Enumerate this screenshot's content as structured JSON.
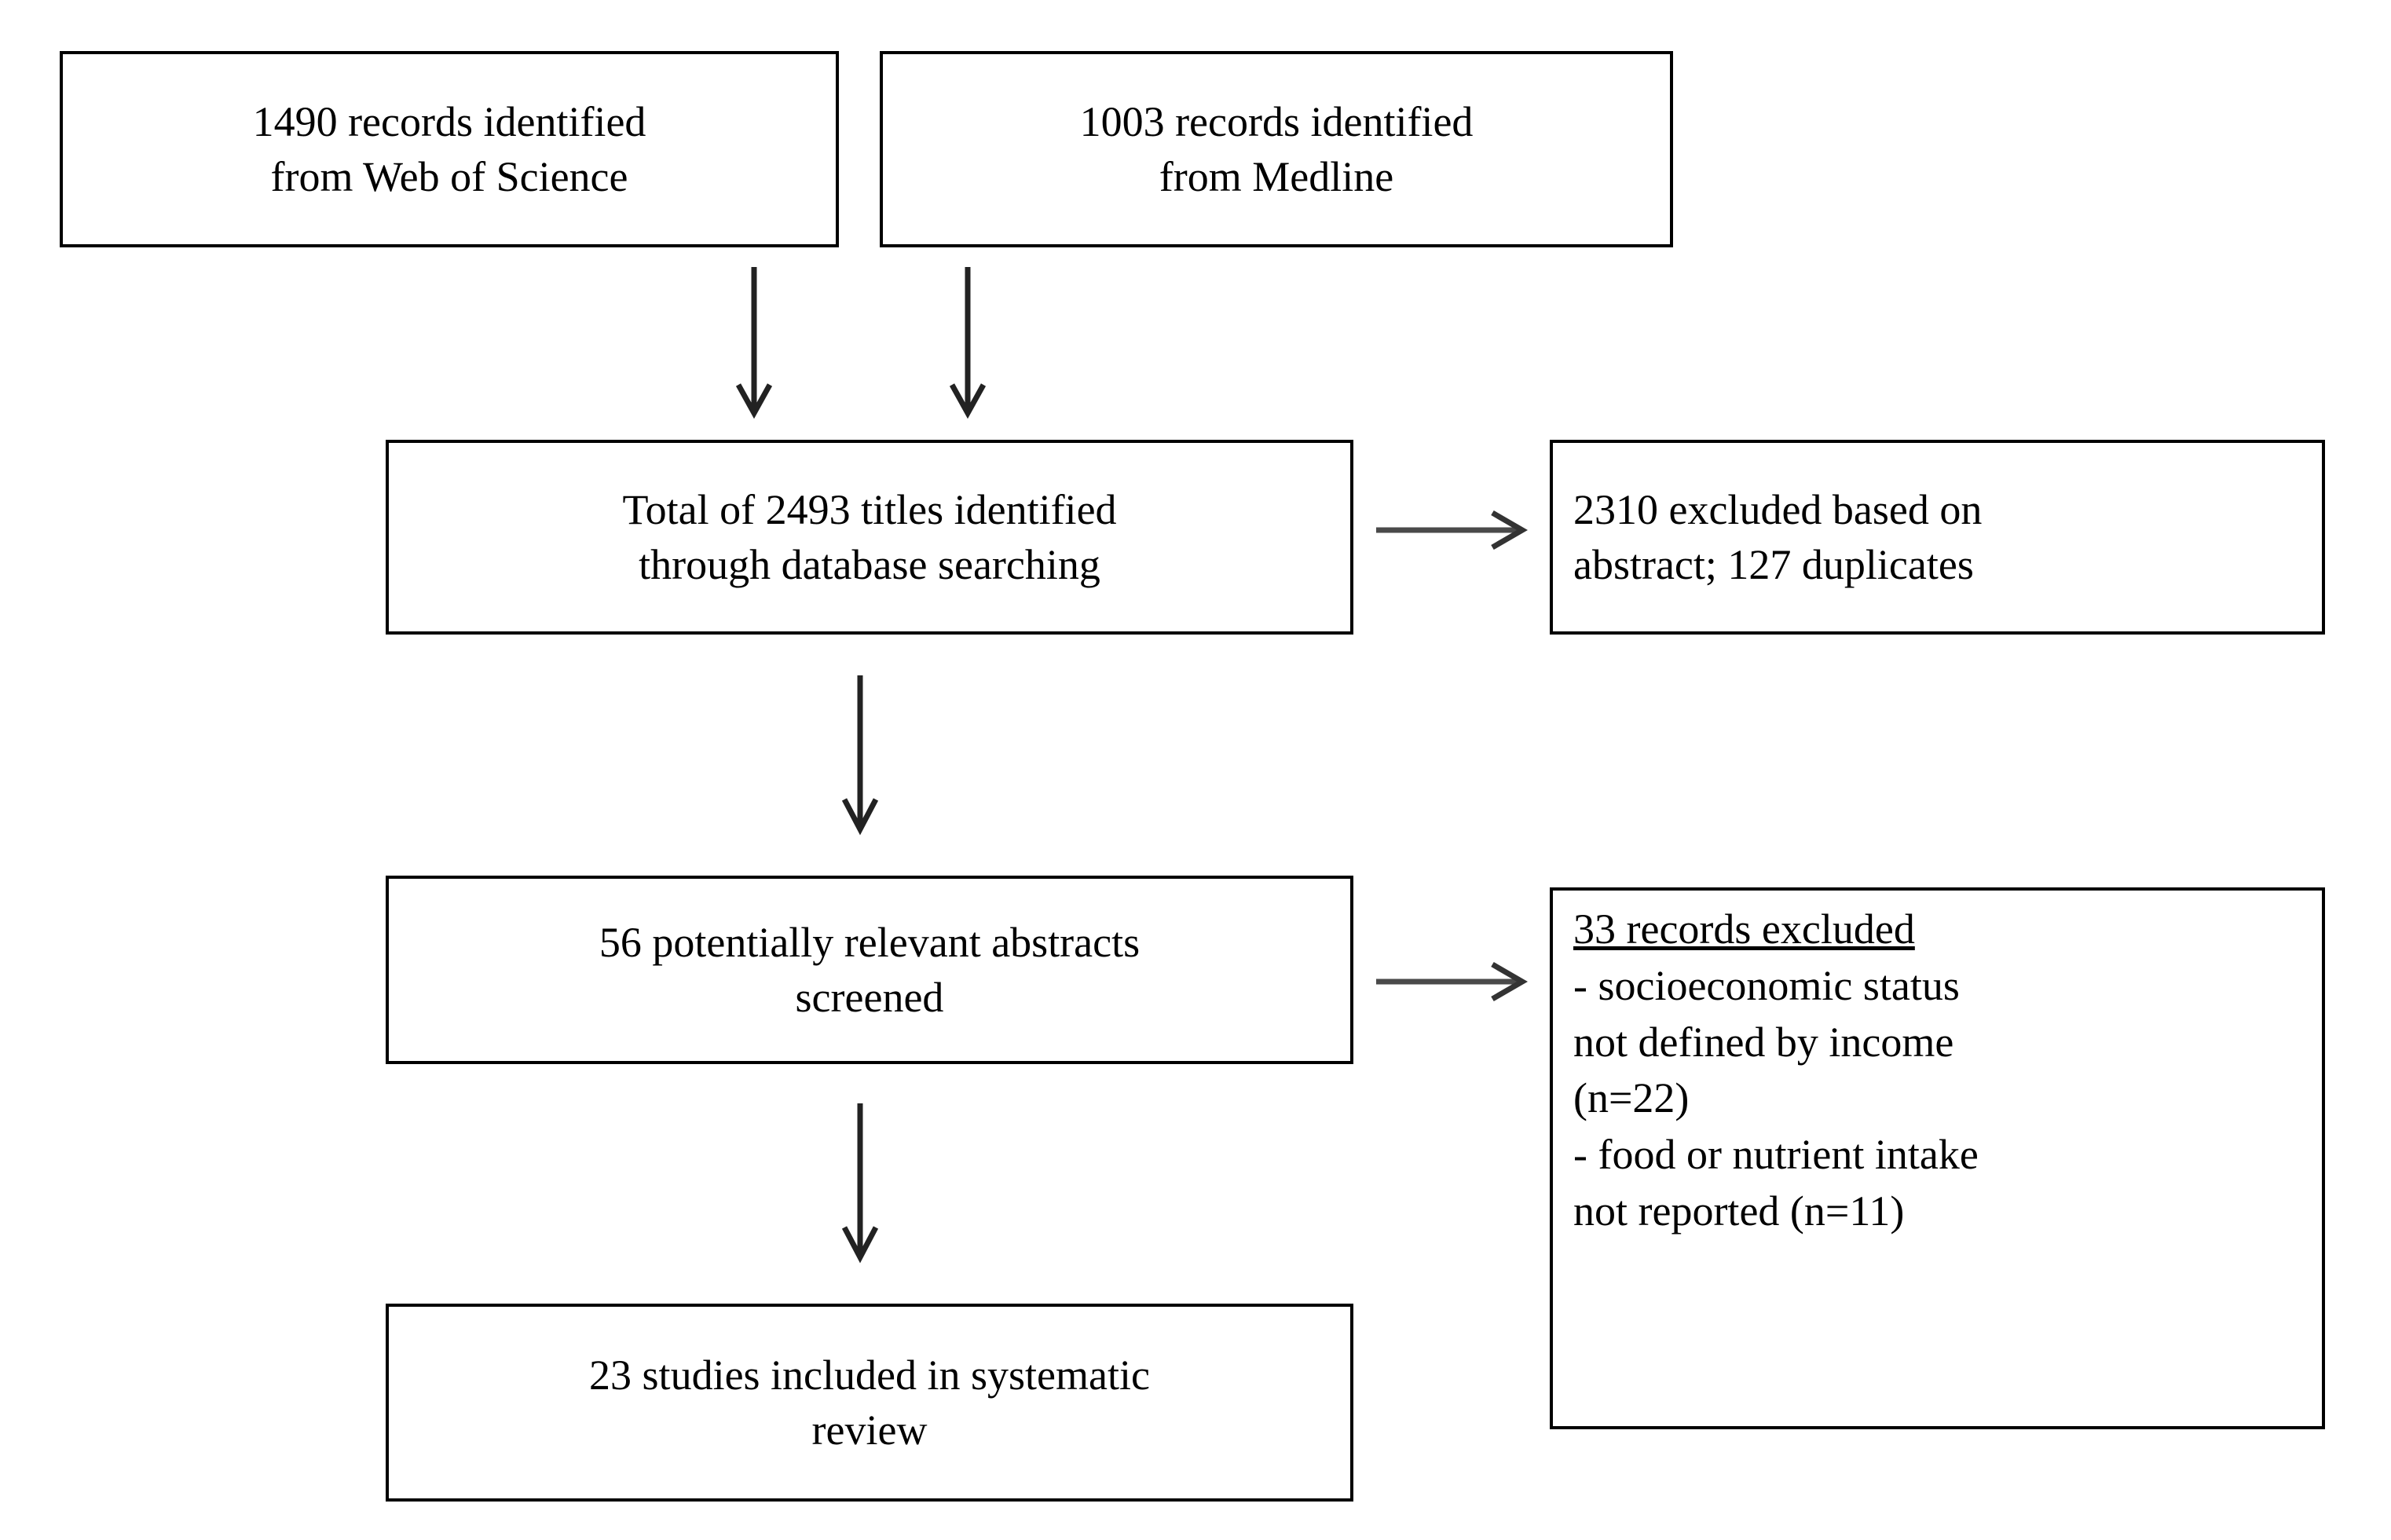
{
  "diagram": {
    "type": "prisma-flow-diagram",
    "title": "",
    "background_color": "#ffffff",
    "text_color": "#000000",
    "border_color": "#000000",
    "arrow_color": "#3a3a3a",
    "boxes": [
      {
        "id": "source-web-of-science",
        "text": "1490 records identified\nfrom Web of Science",
        "count": 1490,
        "source": "Web of Science",
        "align": "center"
      },
      {
        "id": "source-medline",
        "text": "1003 records identified\nfrom Medline",
        "count": 1003,
        "source": "Medline",
        "align": "center"
      },
      {
        "id": "titles-identified",
        "text": "Total of 2493 titles identified\nthrough database searching",
        "count": 2493,
        "align": "center"
      },
      {
        "id": "excluded-abstract",
        "text": "2310 excluded based on\nabstract; 127 duplicates",
        "count": 2310,
        "duplicates": 127,
        "align": "left"
      },
      {
        "id": "abstracts-screened",
        "text": "56 potentially relevant abstracts\nscreened",
        "count": 56,
        "align": "center"
      },
      {
        "id": "studies-included",
        "text": "23 studies included in systematic\nreview",
        "count": 23,
        "align": "center"
      }
    ],
    "excluded_records_box": {
      "id": "records-excluded",
      "heading": "33 records excluded",
      "count": 33,
      "reasons": [
        "- socioeconomic status\nnot defined  by income\n(n=22)",
        "- food or nutrient intake\nnot reported (n=11)"
      ]
    },
    "arrows": [
      {
        "id": "arrow-wos-to-titles",
        "direction": "down"
      },
      {
        "id": "arrow-medline-to-titles",
        "direction": "down"
      },
      {
        "id": "arrow-titles-to-excluded",
        "direction": "right"
      },
      {
        "id": "arrow-titles-to-abstracts",
        "direction": "down"
      },
      {
        "id": "arrow-abstracts-to-excluded",
        "direction": "right"
      },
      {
        "id": "arrow-abstracts-to-included",
        "direction": "down"
      }
    ]
  }
}
